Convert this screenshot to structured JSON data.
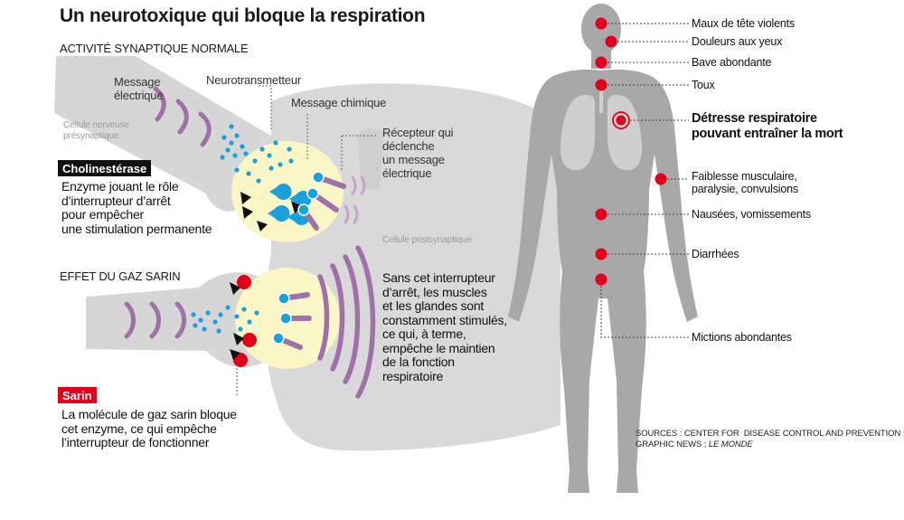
{
  "title": "Un neurotoxique qui bloque la respiration",
  "normal_section": {
    "heading": "ACTIVITÉ SYNAPTIQUE NORMALE",
    "labels": {
      "electric_message": "Message\nélectrique",
      "neurotransmitter": "Neurotransmetteur",
      "chemical_message": "Message chimique",
      "presynaptic_cell": "Cellule nerveuse\nprésynaptique",
      "receptor": "Récepteur qui\ndéclenche\nun message\nélectrique",
      "postsynaptic_cell": "Cellule postsynaptique"
    },
    "cholinesterase": {
      "tag": "Cholinestérase",
      "text": "Enzyme jouant le rôle\nd’interrupteur d’arrêt\npour empêcher\nune stimulation permanente"
    }
  },
  "sarin_section": {
    "heading": "EFFET DU GAZ SARIN",
    "effect_text": "Sans cet interrupteur\nd’arrêt, les muscles\net les glandes sont\nconstamment stimulés,\nce qui, à terme,\nempêche le maintien\nde la fonction\nrespiratoire",
    "sarin": {
      "tag": "Sarin",
      "text": "La molécule de gaz sarin bloque\ncet enzyme, ce qui empêche\nl’interrupteur de fonctionner"
    }
  },
  "symptoms": [
    "Maux de tête violents",
    "Douleurs aux yeux",
    "Bave abondante",
    "Toux",
    "Détresse respiratoire\npouvant entraîner la mort",
    "Faiblesse musculaire,\nparalysie, convulsions",
    "Nausées, vomissements",
    "Diarrhées",
    "Mictions abondantes"
  ],
  "sources": "SOURCES : CENTER FOR  DISEASE CONTROL AND PREVENTION ;\nGRAPHIC NEWS ; ",
  "sources_italic": "LE MONDE",
  "colors": {
    "grey_cell": "#d6d6d6",
    "body": "#a8a8a8",
    "red": "#e4001b",
    "blue": "#1aa0dd",
    "purple": "#a070a8",
    "synapse_glow": "#fbf6c6",
    "black_tag": "#111111"
  }
}
